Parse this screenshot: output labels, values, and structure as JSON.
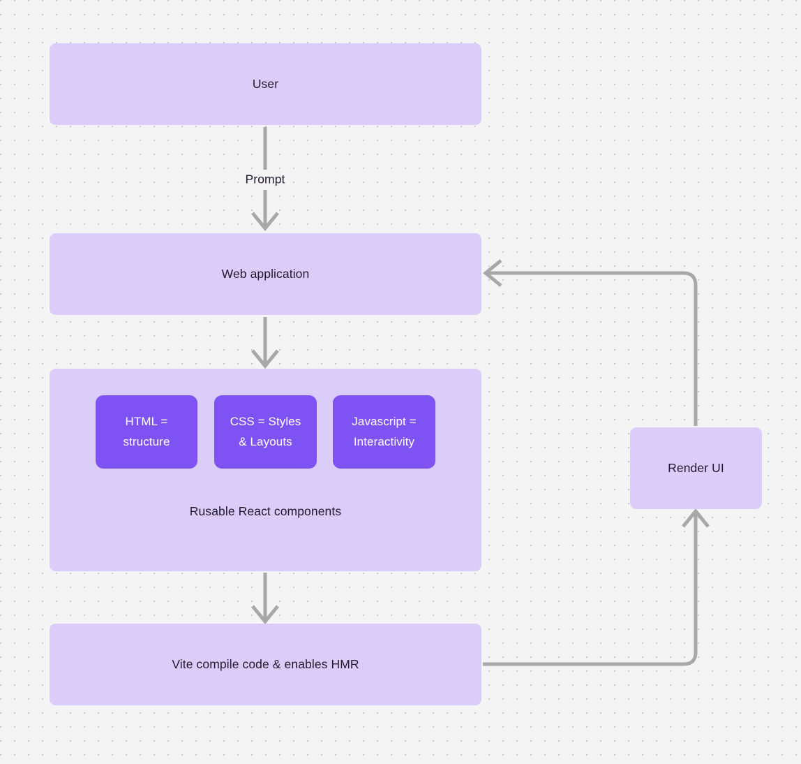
{
  "canvas": {
    "background_color": "#f4f4f4",
    "dot_color": "#c9c9cf",
    "node_fill": "#dacdfa",
    "node_fill_strong": "#7f52f4",
    "edge_color": "#a8a8a8",
    "text_color": "#23192e"
  },
  "nodes": {
    "user": {
      "label": "User"
    },
    "web_application": {
      "label": "Web application"
    },
    "components_group": {
      "caption": "Rusable React components"
    },
    "html_block": {
      "label": "HTML =\nstructure"
    },
    "css_block": {
      "label": "CSS = Styles\n& Layouts"
    },
    "js_block": {
      "label": "Javascript =\nInteractivity"
    },
    "vite": {
      "label": "Vite compile code & enables HMR"
    },
    "render_ui": {
      "label": "Render UI"
    }
  },
  "edges": {
    "user_to_web": {
      "label": "Prompt"
    }
  }
}
